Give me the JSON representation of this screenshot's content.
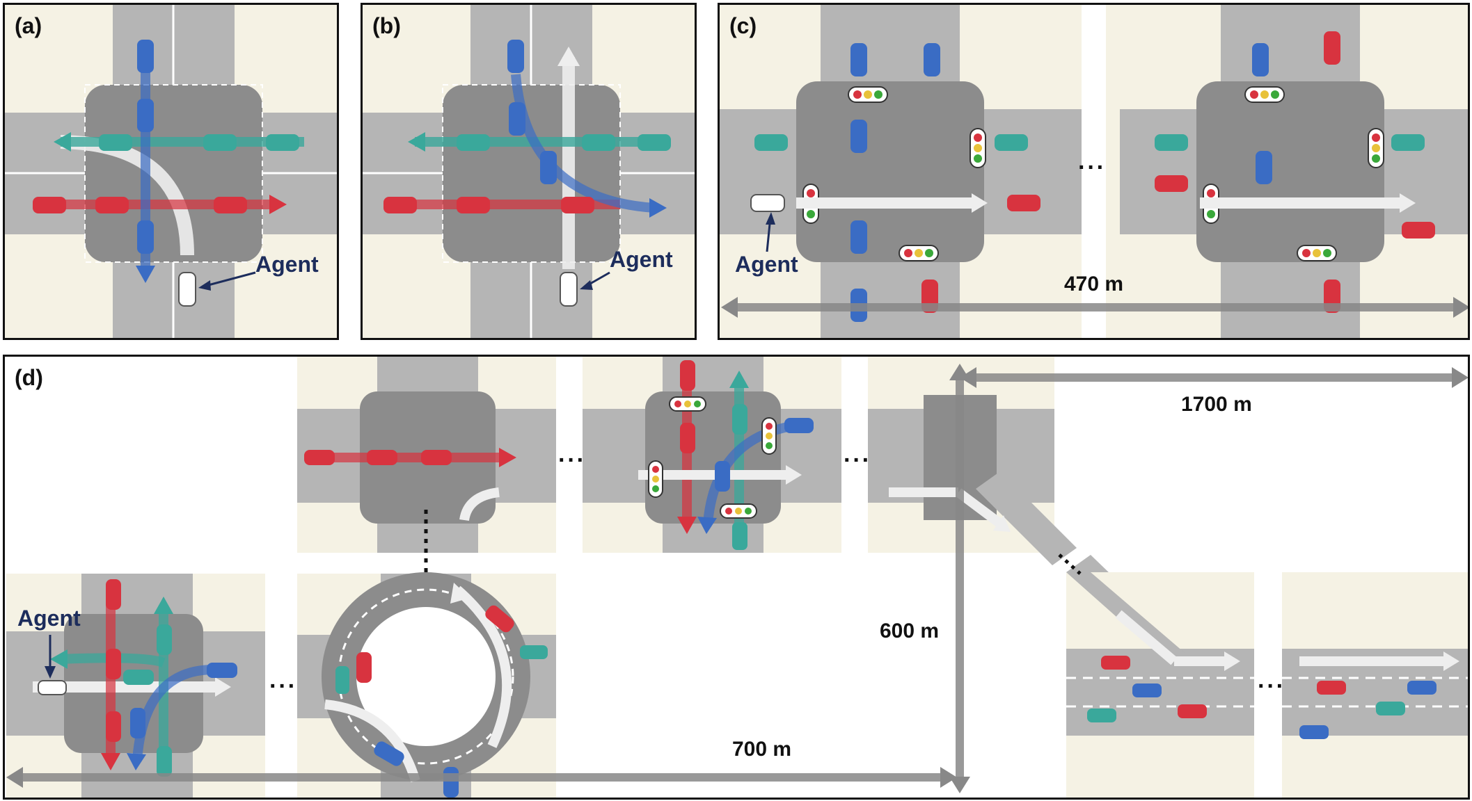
{
  "panels": {
    "a": {
      "label": "(a)",
      "agent_label": "Agent"
    },
    "b": {
      "label": "(b)",
      "agent_label": "Agent"
    },
    "c": {
      "label": "(c)",
      "agent_label": "Agent",
      "distance": "470 m",
      "ellipsis": "···"
    },
    "d": {
      "label": "(d)",
      "agent_label": "Agent",
      "distance_x": "700 m",
      "distance_y": "600 m",
      "distance_top": "1700 m",
      "ellipsis": "···"
    }
  },
  "colors": {
    "road": "#b5b5b5",
    "junction": "#8c8c8c",
    "ground": "#f5f2e4",
    "teal": "#3aa89b",
    "red": "#d8333f",
    "blue": "#3a6cc4",
    "white_arrow": "#eeeeee",
    "agent_text": "#1d2d5c"
  },
  "icons": [
    "car-icon",
    "traffic-light-icon",
    "arrow-icon",
    "roundabout-icon"
  ]
}
